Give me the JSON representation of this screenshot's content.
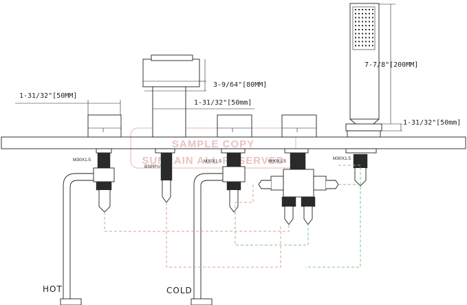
{
  "watermark": {
    "line1": "SAMPLE COPY",
    "line2": "SUNRAIN ALL RESERVED",
    "color": "#d98f8f"
  },
  "dimensions": {
    "left_spout": "1-31/32\"[50MM]",
    "spout_projection": "3-9/64\"[80MM]",
    "spout_height": "1-31/32\"[50mm]",
    "handshower_height": "7-7/8\"[200MM]",
    "handshower_base": "1-31/32\"[50mm]"
  },
  "thread_labels": {
    "handle1": "M30X1.5",
    "spout": "BSPP½\"",
    "handle2": "M30X1.5",
    "handle3": "M30X1.5",
    "handshower": "M30X1.5"
  },
  "supply_labels": {
    "hot": "HOT",
    "cold": "COLD"
  },
  "colors": {
    "line": "#1e1e1e",
    "hot_cold_pipe": "#d9a08a",
    "mixed_pipe": "#7cc47c"
  }
}
